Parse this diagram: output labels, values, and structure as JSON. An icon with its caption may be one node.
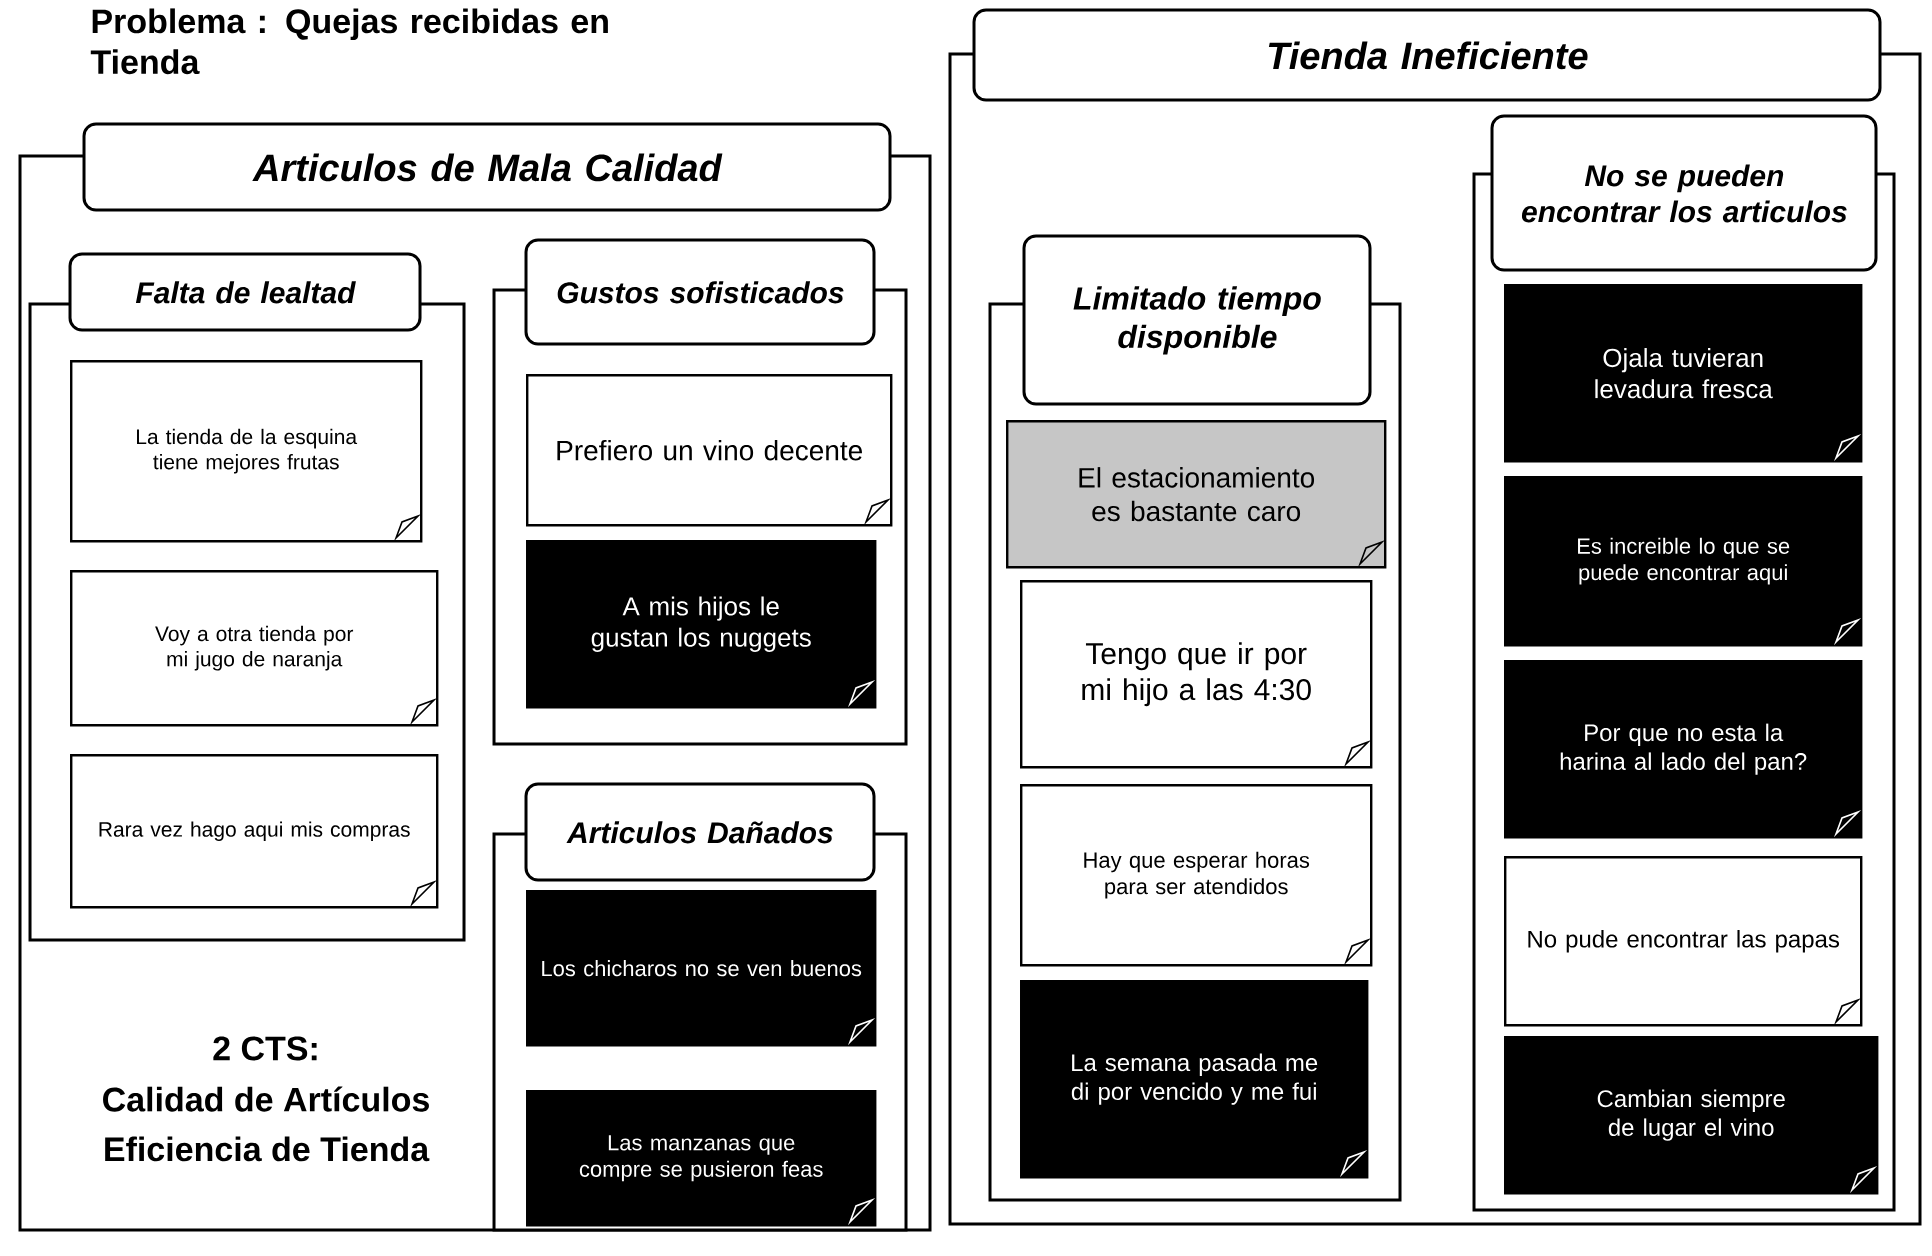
{
  "diagram": {
    "title": "Problema : Quejas recibidas en Tienda",
    "nodes": [
      {
        "text": [
          "Articulos de Mala Calidad"
        ]
      },
      {
        "text": [
          "Falta de lealtad"
        ],
        "in": 0
      },
      {
        "text": [
          "La tienda de la esquina tiene mejores frutas"
        ],
        "in": 1
      },
      {
        "text": [
          "Voy a otra tienda por mi jugo de naranja"
        ],
        "in": 1
      },
      {
        "text": [
          "Rara vez hago aqui mis compras"
        ],
        "in": 1
      },
      {
        "text": [
          "Gustos sofisticados"
        ],
        "in": 0
      },
      {
        "text": [
          "Prefiero un vino decente"
        ],
        "in": 5
      },
      {
        "text": [
          "A mis hijos le gustan los nuggets"
        ],
        "in": 5
      },
      {
        "text": [
          "Articulos Dañados"
        ],
        "in": 0
      },
      {
        "text": [
          "Los chicharos no se ven buenos"
        ],
        "in": 8
      },
      {
        "text": [
          "Las manzanas que compre se pusieron feas"
        ],
        "in": 8
      },
      {
        "text": [
          "Tienda Ineficiente"
        ]
      },
      {
        "text": [
          "Limitado tiempo disponible"
        ],
        "in": 11
      },
      {
        "text": [
          "El estacionamiento es bastante caro"
        ],
        "in": 12
      },
      {
        "text": [
          "Tengo que ir por mi hijo a las 4:30"
        ],
        "in": 12
      },
      {
        "text": [
          "Hay que esperar horas para ser atendidos"
        ],
        "in": 12
      },
      {
        "text": [
          "La semana pasada me di por vencido y me fui"
        ],
        "in": 12
      },
      {
        "text": [
          "No se pueden encontrar los articulos"
        ],
        "in": 11
      },
      {
        "text": [
          "Ojala tuvieran levadura fresca"
        ],
        "in": 17
      },
      {
        "text": [
          "Es increible lo que se puede encontrar aqui"
        ],
        "in": 17
      },
      {
        "text": [
          "Por que no esta la harina al lado del pan?"
        ],
        "in": 17
      },
      {
        "text": [
          "No pude encontrar las papas"
        ],
        "in": 17
      },
      {
        "text": [
          "Cambian siempre de lugar el vino"
        ],
        "in": 17
      }
    ],
    "labels": [
      "2 CTS:",
      "Calidad de Artículos",
      "Eficiencia de Tienda"
    ]
  }
}
